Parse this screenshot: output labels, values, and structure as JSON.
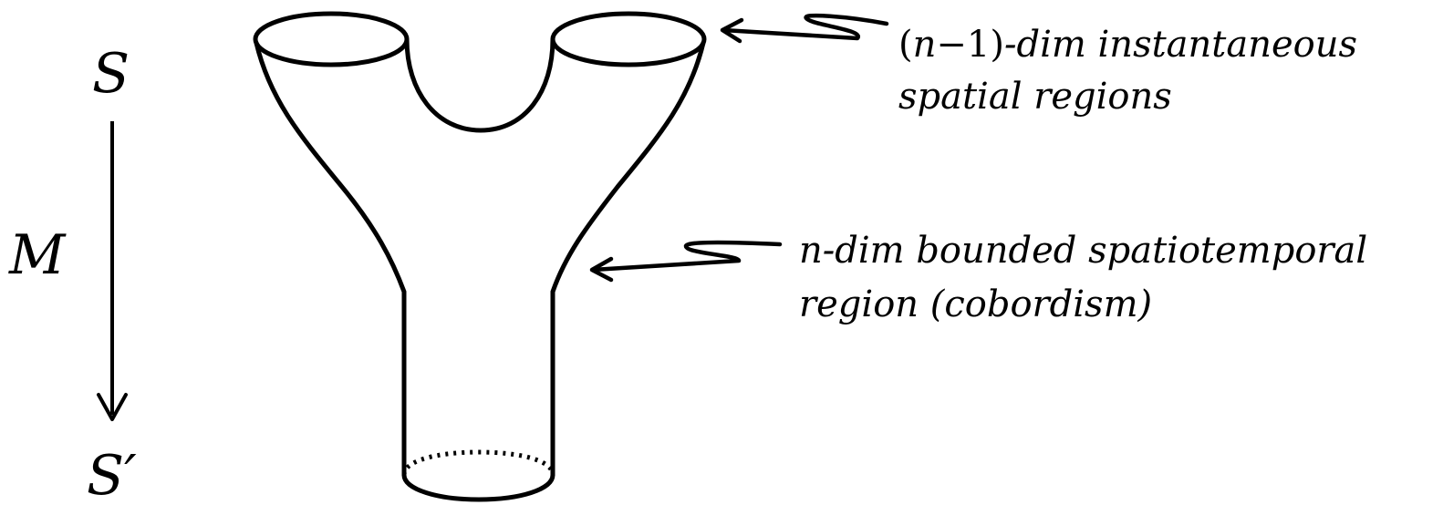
{
  "diagram": {
    "time_axis": {
      "start_label": "S",
      "middle_label": "M",
      "end_label": "S′"
    },
    "annotations": {
      "top": {
        "line1_paren_open": "(",
        "line1_n": "n",
        "line1_minus_one": "−1)",
        "line1_rest": "-dim instantaneous",
        "line2": "spatial regions"
      },
      "middle": {
        "line1": "n-dim bounded spatiotemporal",
        "line2": "region (cobordism)"
      }
    }
  }
}
